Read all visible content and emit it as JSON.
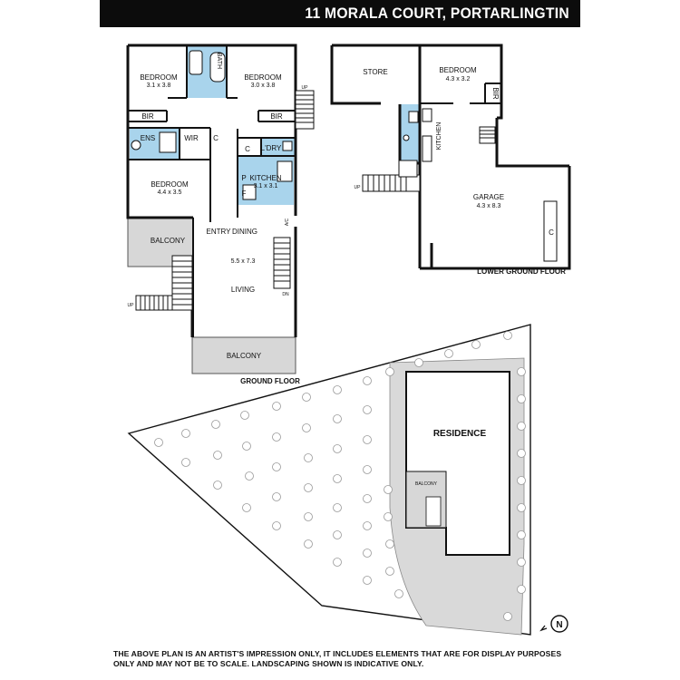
{
  "header": {
    "title": "11 MORALA COURT, PORTARLINGTIN"
  },
  "ground_floor": {
    "label": "GROUND FLOOR",
    "rooms": {
      "bedroom_nw": {
        "name": "BEDROOM",
        "size": "3.1 x 3.8"
      },
      "bath": "BATH",
      "bedroom_ne": {
        "name": "BEDROOM",
        "size": "3.0 x 3.8"
      },
      "bir_left": "BIR",
      "bir_right": "BIR",
      "ens": "ENS",
      "wir": "WIR",
      "cupboard_c1": "C",
      "cupboard_c2": "C",
      "ldry": "L'DRY",
      "kitchen": {
        "name": "KITCHEN",
        "size": "3.1 x 3.1"
      },
      "pantry": "P",
      "fridge": "F",
      "bedroom_main": {
        "name": "BEDROOM",
        "size": "4.4 x 3.5"
      },
      "entry": "ENTRY",
      "dining": "DINING",
      "ac": "A/C",
      "living_size": "5.5 x 7.3",
      "living": "LIVING",
      "balcony_side": "BALCONY",
      "balcony_front": "BALCONY"
    },
    "stairs": {
      "up_top": "UP",
      "up_left": "UP",
      "dn": "DN"
    }
  },
  "lower_ground_floor": {
    "label": "LOWER GROUND FLOOR",
    "rooms": {
      "store": "STORE",
      "bedroom": {
        "name": "BEDROOM",
        "size": "4.3 x 3.2"
      },
      "bir": "BIR",
      "kitchen": "KITCHEN",
      "garage": {
        "name": "GARAGE",
        "size": "4.3 x 8.3"
      },
      "cupboard": "C"
    },
    "stairs": {
      "up": "UP"
    }
  },
  "site_plan": {
    "residence": "RESIDENCE",
    "balcony": "BALCONY",
    "compass": "N"
  },
  "disclaimer": {
    "line1": "THE ABOVE PLAN IS AN ARTIST'S IMPRESSION ONLY, IT INCLUDES ELEMENTS THAT ARE FOR DISPLAY PURPOSES",
    "line2": "ONLY AND MAY NOT BE TO SCALE. LANDSCAPING SHOWN IS INDICATIVE ONLY."
  },
  "colors": {
    "wet_area": "#a9d4ec",
    "balcony_fill": "#d7d7d7",
    "wall": "#111111",
    "header_bg": "#0c0c0c"
  }
}
